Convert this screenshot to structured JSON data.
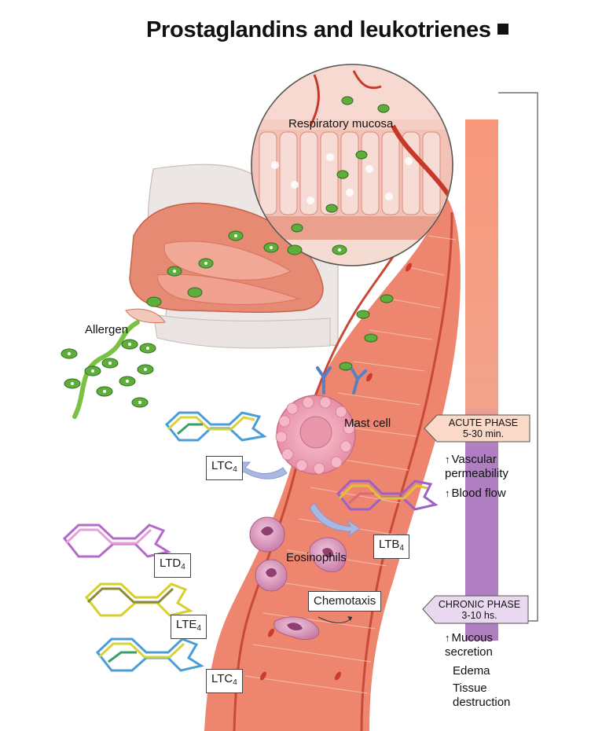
{
  "title": "Prostaglandins and leukotrienes",
  "labels": {
    "respiratory_mucosa": "Respiratory mucosa",
    "allergen": "Allergen",
    "mast_cell": "Mast cell",
    "eosinophils": "Eosinophils",
    "chemotaxis": "Chemotaxis"
  },
  "molecules": {
    "ltc4_top": {
      "base": "LTC",
      "sub": "4"
    },
    "ltb4": {
      "base": "LTB",
      "sub": "4"
    },
    "ltd4": {
      "base": "LTD",
      "sub": "4"
    },
    "lte4": {
      "base": "LTE",
      "sub": "4"
    },
    "ltc4_bottom": {
      "base": "LTC",
      "sub": "4"
    }
  },
  "phases": {
    "acute": {
      "name": "ACUTE PHASE",
      "duration": "5-30 min."
    },
    "chronic": {
      "name": "CHRONIC PHASE",
      "duration": "3-10 hs."
    }
  },
  "acute_effects": [
    "Vascular permeability",
    "Blood flow"
  ],
  "chronic_effects": [
    "Mucous secretion",
    "Edema",
    "Tissue destruction"
  ],
  "colors": {
    "acute_bar": "#f6977a",
    "chronic_bar": "#b07fc2",
    "vessel": "#e9735f",
    "tissue": "#f3b4a3"
  }
}
